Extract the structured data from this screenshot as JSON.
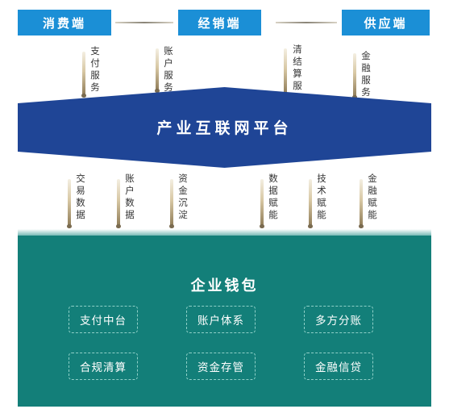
{
  "top_tabs": [
    "消费端",
    "经销端",
    "供应端"
  ],
  "upper_services": [
    "支付服务",
    "账户服务",
    "清结算服务",
    "金融服务"
  ],
  "platform_title": "产业互联网平台",
  "lower_services": [
    "交易数据",
    "账户数据",
    "资金沉淀",
    "数据赋能",
    "技术赋能",
    "金融赋能"
  ],
  "wallet_title": "企业钱包",
  "wallet_modules": [
    "支付中台",
    "账户体系",
    "多方分账",
    "合规清算",
    "资金存管",
    "金融信贷"
  ],
  "colors": {
    "tab_blue": "#1b8fd6",
    "platform_blue": "#1f4596",
    "wallet_teal": "#137f79"
  }
}
